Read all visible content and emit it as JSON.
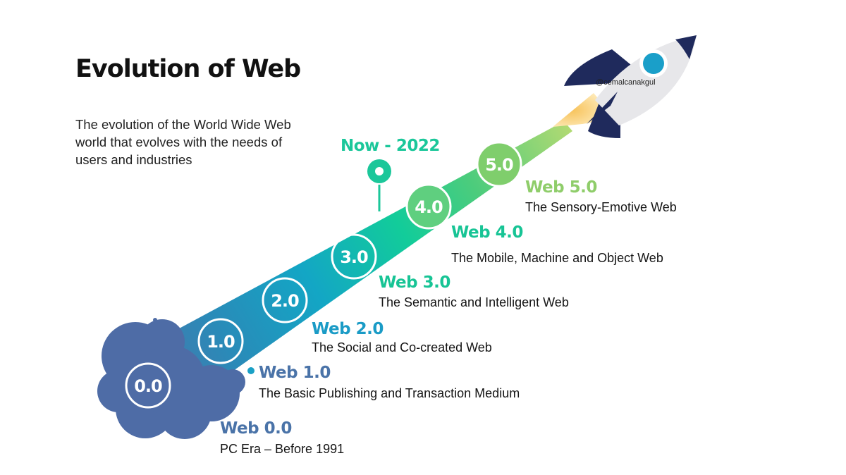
{
  "header": {
    "title": "Evolution of Web",
    "subtitle": "The evolution of the World Wide Web world that evolves with the needs of users and industries"
  },
  "now_marker": {
    "label": "Now - 2022",
    "color": "#1bc79a"
  },
  "credit": "@cemalcanakgul",
  "stages": [
    {
      "badge": "0.0",
      "title": "Web 0.0",
      "description": "PC Era – Before 1991",
      "color": "#4a73a8"
    },
    {
      "badge": "1.0",
      "title": "Web 1.0",
      "description": "The Basic Publishing and Transaction Medium",
      "color": "#4a73a8"
    },
    {
      "badge": "2.0",
      "title": "Web 2.0",
      "description": "The Social and Co-created Web",
      "color": "#1a9bc6"
    },
    {
      "badge": "3.0",
      "title": "Web 3.0",
      "description": "The Semantic and Intelligent Web",
      "color": "#17c495"
    },
    {
      "badge": "4.0",
      "title": "Web 4.0",
      "description": "The Mobile, Machine and Object Web",
      "color": "#17c495"
    },
    {
      "badge": "5.0",
      "title": "Web 5.0",
      "description": "The Sensory-Emotive Web",
      "color": "#8fcd6a"
    }
  ],
  "colors": {
    "trail_start": "#4f6aa6",
    "trail_mid": "#15a2c6",
    "trail_green": "#14d097",
    "trail_end": "#a6d56e",
    "rocket_navy": "#1f2a5c",
    "rocket_body": "#e8e8ea",
    "rocket_window": "#1a9fc9"
  }
}
